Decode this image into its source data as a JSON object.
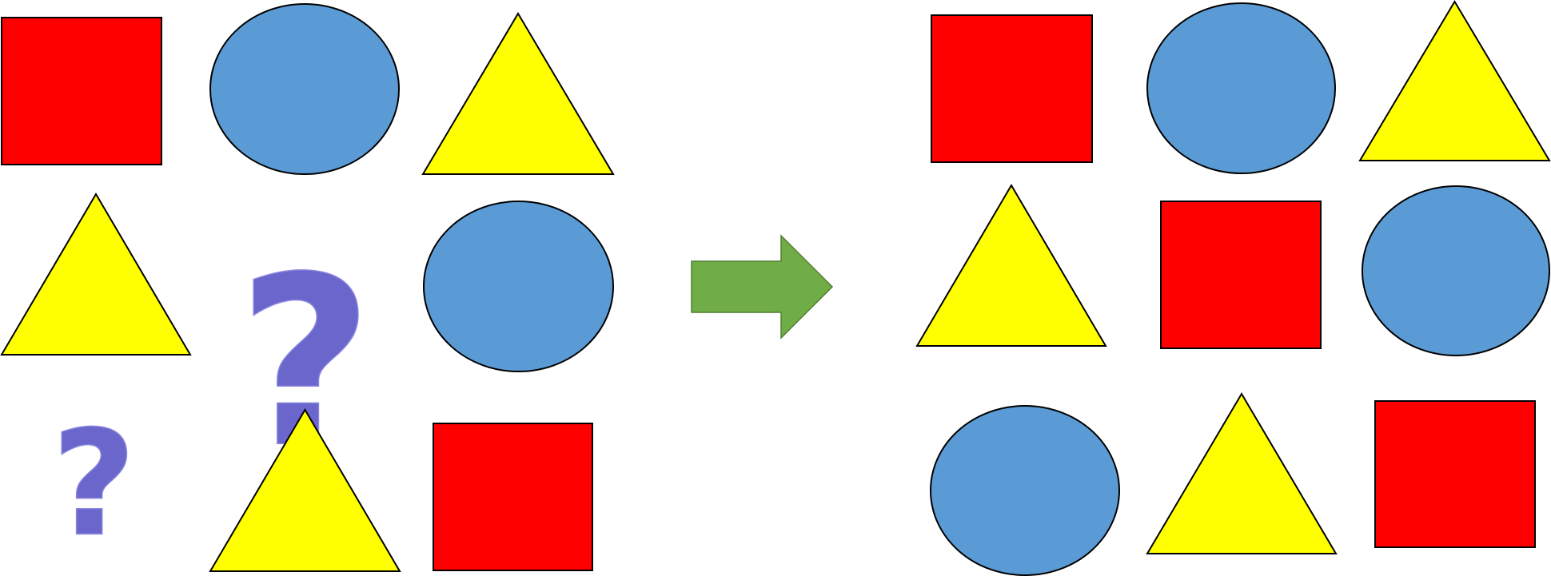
{
  "colors": {
    "square": "#FF0000",
    "circle": "#5B9BD5",
    "triangle": "#FFFF00",
    "question": "#6A66CC",
    "arrow": "#70AD47",
    "arrow_stroke": "#507E32",
    "outline": "#000000"
  },
  "question_glyph": "?",
  "left_grid": {
    "rows": [
      [
        "square",
        "circle",
        "triangle"
      ],
      [
        "triangle",
        "question",
        "circle"
      ],
      [
        "question",
        "triangle",
        "square"
      ]
    ]
  },
  "arrow": {
    "icon": "right-arrow-icon"
  },
  "right_grid": {
    "rows": [
      [
        "square",
        "circle",
        "triangle"
      ],
      [
        "triangle",
        "square",
        "circle"
      ],
      [
        "circle",
        "triangle",
        "square"
      ]
    ]
  }
}
